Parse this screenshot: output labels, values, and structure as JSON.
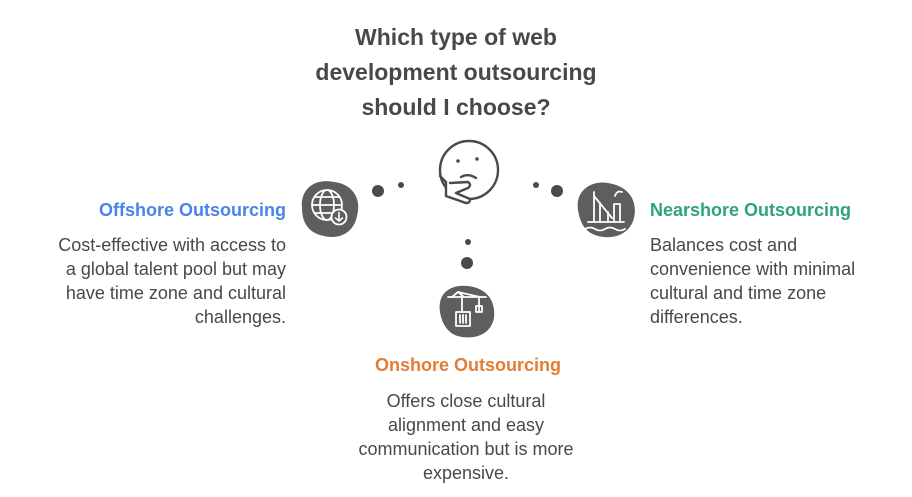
{
  "title": {
    "line1": "Which type of web",
    "line2": "development outsourcing",
    "line3": "should I choose?"
  },
  "options": {
    "offshore": {
      "heading": "Offshore Outsourcing",
      "desc": [
        "Cost-effective with access to",
        "a global talent pool but may",
        "have time zone and cultural",
        "challenges."
      ],
      "icon": "globe-download-icon",
      "color": "#4a84e8"
    },
    "nearshore": {
      "heading": "Nearshore Outsourcing",
      "desc": [
        "Balances cost and",
        "convenience with minimal",
        "cultural and time zone",
        "differences."
      ],
      "icon": "oil-rig-icon",
      "color": "#2fa476"
    },
    "onshore": {
      "heading": "Onshore Outsourcing",
      "desc": [
        "Offers close cultural",
        "alignment and easy",
        "communication but is more",
        "expensive."
      ],
      "icon": "crane-container-icon",
      "color": "#e27d34"
    }
  },
  "center_icon": "thinking-face-icon",
  "colors": {
    "text": "#484848",
    "icon_fill": "#5e5e5e",
    "dot": "#4a4a4a"
  }
}
